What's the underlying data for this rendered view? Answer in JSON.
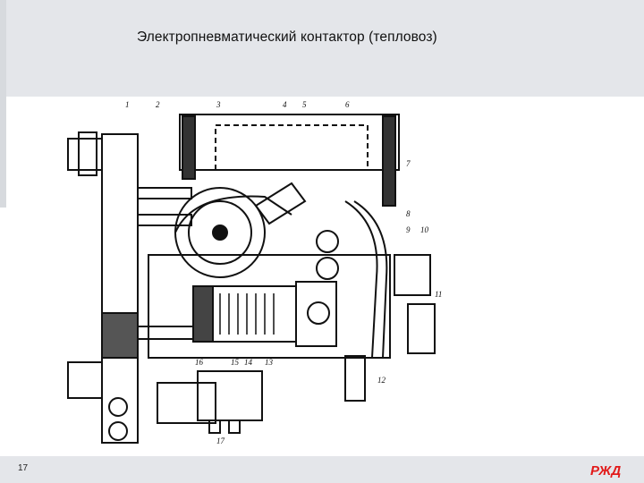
{
  "slide": {
    "title": "Электропневматический контактор (тепловоз)",
    "page_number": "17"
  },
  "logo": {
    "text": "РЖД",
    "color": "#e21a1a"
  },
  "drawing": {
    "callouts": [
      "1",
      "2",
      "3",
      "4",
      "5",
      "6",
      "7",
      "8",
      "9",
      "10",
      "11",
      "12",
      "13",
      "14",
      "15",
      "16",
      "17"
    ]
  }
}
